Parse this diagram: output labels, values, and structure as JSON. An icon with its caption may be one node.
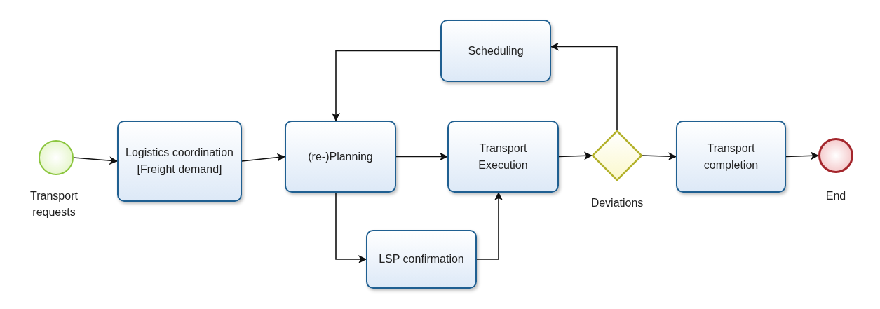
{
  "diagram": {
    "nodes": [
      {
        "text": [],
        "shape": "circle",
        "beside": [
          "Transport requests"
        ]
      },
      {
        "text": [
          "Logistics coordination [Freight demand]"
        ]
      },
      {
        "text": [
          "(re-)Planning"
        ]
      },
      {
        "text": [
          "Scheduling"
        ]
      },
      {
        "text": [
          "Transport Execution"
        ]
      },
      {
        "text": [],
        "shape": "diamond",
        "beside": [
          "Deviations"
        ]
      },
      {
        "text": [
          "Transport completion"
        ]
      },
      {
        "text": [],
        "shape": "circle",
        "beside": [
          "End"
        ]
      },
      {
        "text": [
          "LSP confirmation"
        ]
      }
    ],
    "edges": [
      {
        "from": 0,
        "to": 1,
        "arrow": "to"
      },
      {
        "from": 1,
        "to": 2,
        "arrow": "to"
      },
      {
        "from": 2,
        "to": 4,
        "arrow": "to"
      },
      {
        "from": 4,
        "to": 5,
        "arrow": "to"
      },
      {
        "from": 5,
        "to": 6,
        "arrow": "to"
      },
      {
        "from": 6,
        "to": 7,
        "arrow": "to"
      },
      {
        "from": 5,
        "to": 3,
        "arrow": "to"
      },
      {
        "from": 3,
        "to": 2,
        "arrow": "to"
      },
      {
        "from": 2,
        "to": 8,
        "arrow": "to"
      },
      {
        "from": 8,
        "to": 4,
        "arrow": "to"
      }
    ]
  }
}
